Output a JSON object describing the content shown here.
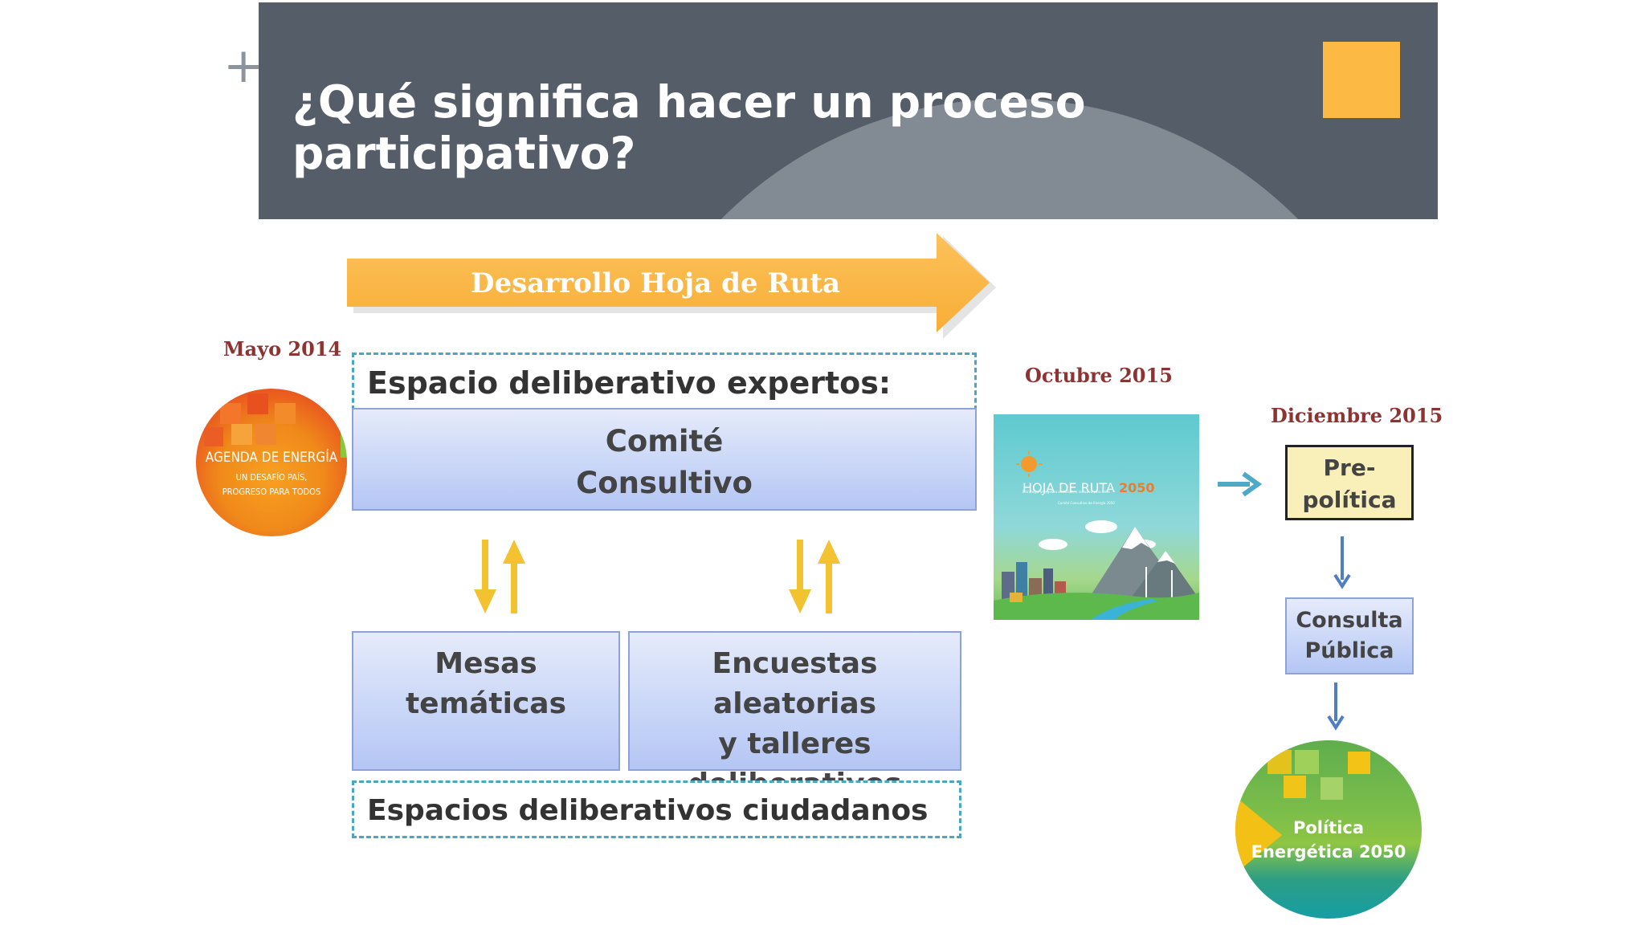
{
  "header": {
    "title": "¿Qué significa hacer un proceso participativo?",
    "plus_symbol": "+",
    "bg_color": "#545d68",
    "accent_color": "#fcb943"
  },
  "roadmap_arrow": {
    "label": "Desarrollo Hoja de Ruta",
    "color": "#fcb943"
  },
  "dates": {
    "may": "Mayo 2014",
    "october": "Octubre 2015",
    "december": "Diciembre 2015"
  },
  "expert_space": {
    "title": "Espacio deliberativo expertos:",
    "committee_line1": "Comité",
    "committee_line2": "Consultivo"
  },
  "citizen_space": {
    "mesas": "Mesas temáticas",
    "encuestas_line1": "Encuestas aleatorias",
    "encuestas_line2": "y talleres",
    "encuestas_line3": "deliberativos",
    "title": "Espacios deliberativos ciudadanos"
  },
  "agenda_logo": {
    "line1": "AGENDA DE ENERGÍA",
    "line2": "UN DESAFÍO PAÍS,",
    "line3": "PROGRESO PARA TODOS"
  },
  "poster": {
    "title": "HOJA DE RUTA",
    "year": "2050"
  },
  "process": {
    "prepolitica_line1": "Pre-",
    "prepolitica_line2": "política",
    "consulta_line1": "Consulta",
    "consulta_line2": "Pública",
    "politica_line1": "Política",
    "politica_line2": "Energética 2050"
  }
}
